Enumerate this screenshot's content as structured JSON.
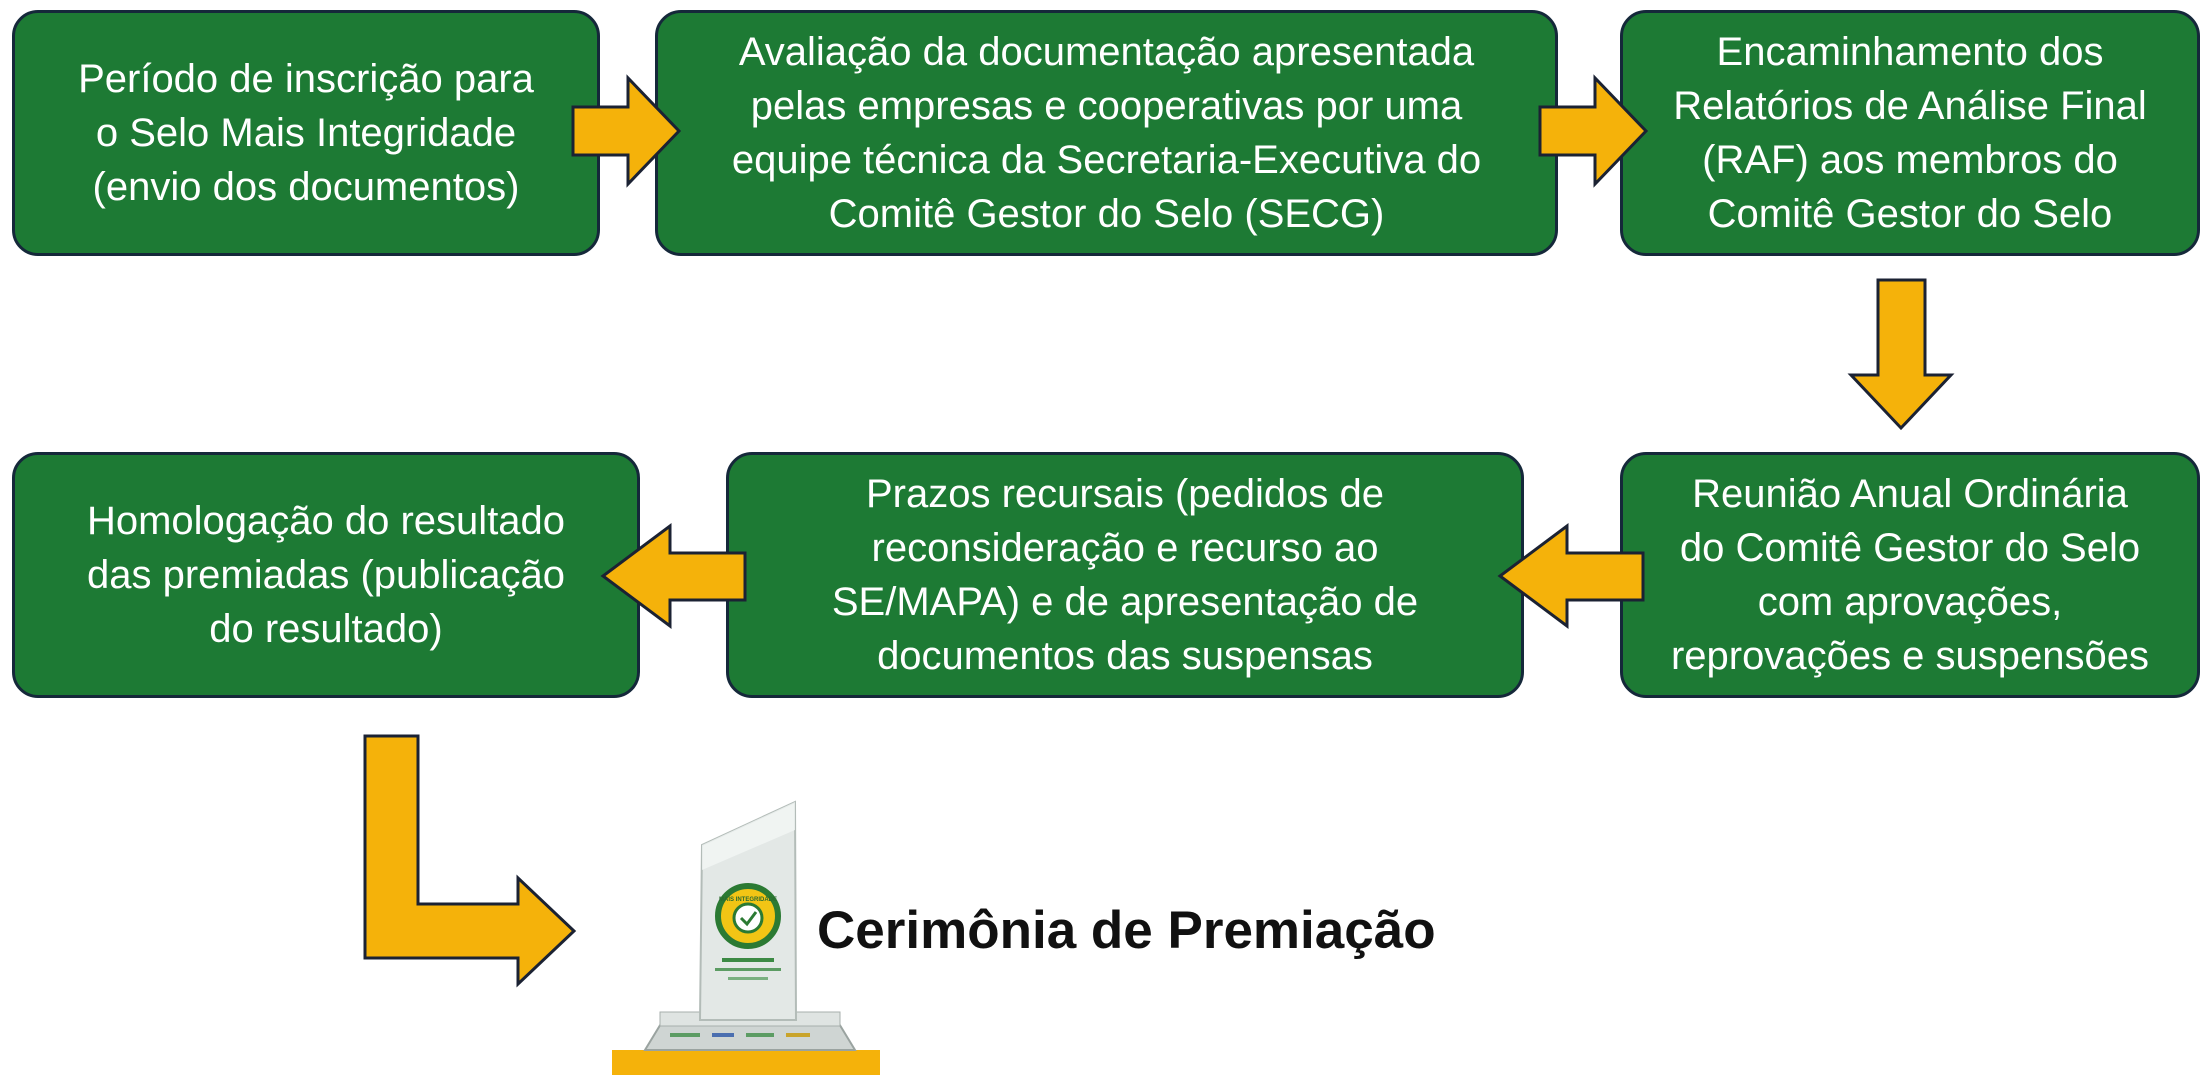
{
  "colors": {
    "box": "#1d7a34",
    "box_border": "#15283a",
    "arrow": "#f5b20a",
    "arrow_border": "#1b2233",
    "text": "#ffffff"
  },
  "steps": [
    {
      "text": "Período de inscrição para\no Selo Mais Integridade\n(envio dos documentos)"
    },
    {
      "text": "Avaliação da documentação apresentada\npelas empresas e cooperativas por uma\nequipe técnica da Secretaria-Executiva do\nComitê Gestor do Selo (SECG)"
    },
    {
      "text": "Encaminhamento dos\nRelatórios de Análise Final\n(RAF) aos membros do\nComitê Gestor do Selo"
    },
    {
      "text": "Homologação do resultado\ndas premiadas (publicação\ndo resultado)"
    },
    {
      "text": "Prazos recursais (pedidos de\nreconsideração e recurso ao\nSE/MAPA) e de apresentação de\ndocumentos das suspensas"
    },
    {
      "text": "Reunião Anual Ordinária\ndo Comitê Gestor do Selo\ncom aprovações,\nreprovações e suspensões"
    }
  ],
  "ceremony": {
    "label": "Cerimônia de Premiação",
    "trophy_logo_text": "MAIS INTEGRIDADE"
  }
}
